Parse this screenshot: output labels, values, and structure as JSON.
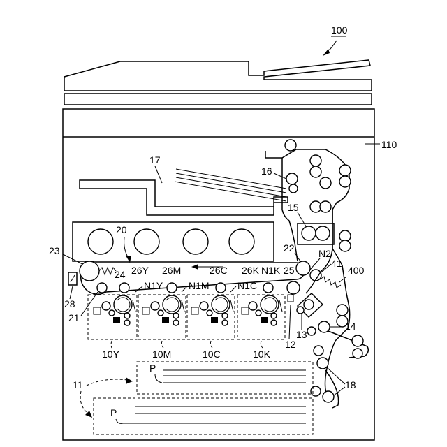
{
  "labels": {
    "machine": "100",
    "body": "110",
    "exposure_unit": "17",
    "transfer_belt_unit": "20",
    "cleaner": "23",
    "roller_24": "24",
    "dev_26y": "26Y",
    "dev_26m": "26M",
    "dev_26c": "26C",
    "dev_26k": "26K",
    "nip_n1y": "N1Y",
    "nip_n1m": "N1M",
    "nip_n1c": "N1C",
    "nip_n1k": "N1K",
    "nip_n2": "N2",
    "roller_22": "22",
    "roller_41": "41",
    "unit_400": "400",
    "roller_25": "25",
    "roller_21": "21",
    "part_28": "28",
    "roller_12": "12",
    "roller_13": "13",
    "roller_14": "14",
    "roller_15": "15",
    "roller_16": "16",
    "tray_11": "11",
    "roller_18": "18",
    "station_10y": "10Y",
    "station_10m": "10M",
    "station_10c": "10C",
    "station_10k": "10K",
    "paper_p_upper": "P",
    "paper_p_lower": "P"
  }
}
